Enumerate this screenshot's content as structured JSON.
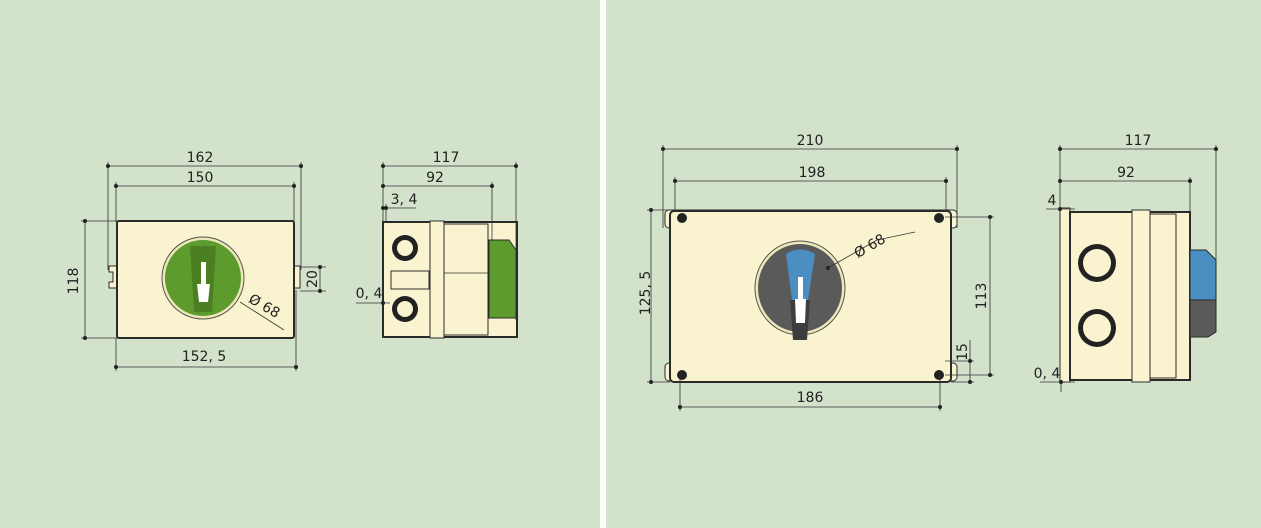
{
  "small_enclosure": {
    "front": {
      "width_overall": "162",
      "width_body": "150",
      "height": "118",
      "mount_spacing": "152, 5",
      "ear_height": "20",
      "knob_diameter": "Ø 68"
    },
    "side": {
      "depth_overall": "117",
      "depth_body": "92",
      "flange": "3, 4",
      "gap": "0, 4"
    },
    "knob_color": "#5e9b2e"
  },
  "large_enclosure": {
    "front": {
      "width_overall": "210",
      "width_body": "198",
      "height": "125, 5",
      "height_inner": "113",
      "corner_offset": "15",
      "mount_spacing": "186",
      "knob_diameter": "Ø 68"
    },
    "side": {
      "depth_overall": "117",
      "depth_body": "92",
      "flange": "4",
      "gap": "0, 4"
    },
    "knob_color": "#4b8fc2"
  },
  "colors": {
    "background": "#d3e2cb",
    "body": "#f9f4cf",
    "divider": "#ffffff"
  }
}
